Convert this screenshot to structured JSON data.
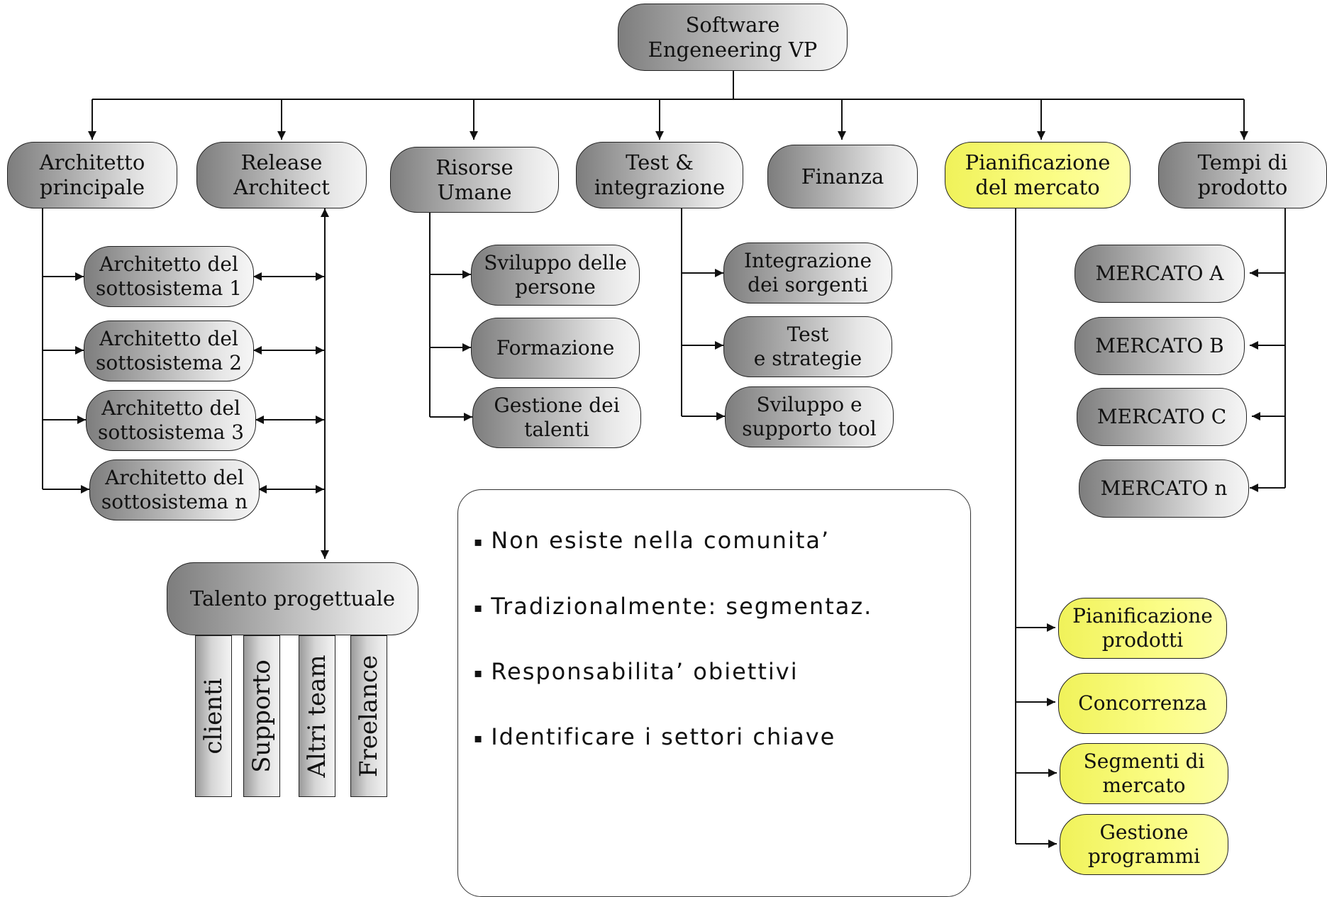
{
  "root": "Software\nEngeneering VP",
  "departments": {
    "architetto_principale": "Architetto\nprincipale",
    "release_architect": "Release\nArchitect",
    "risorse_umane": "Risorse\nUmane",
    "test_integrazione": "Test &\nintegrazione",
    "finanza": "Finanza",
    "pianificazione_mercato": "Pianificazione\ndel mercato",
    "tempi_prodotto": "Tempi di\nprodotto"
  },
  "subsystem_architects": [
    "Architetto del\nsottosistema 1",
    "Architetto del\nsottosistema 2",
    "Architetto del\nsottosistema 3",
    "Architetto del\nsottosistema n"
  ],
  "hr_items": [
    "Sviluppo delle\npersone",
    "Formazione",
    "Gestione dei\ntalenti"
  ],
  "test_items": [
    "Integrazione\ndei sorgenti",
    "Test\ne strategie",
    "Sviluppo e\nsupporto tool"
  ],
  "markets": [
    "MERCATO A",
    "MERCATO B",
    "MERCATO C",
    "MERCATO n"
  ],
  "market_planning_items": [
    "Pianificazione\nprodotti",
    "Concorrenza",
    "Segmenti di\nmercato",
    "Gestione\nprogrammi"
  ],
  "talent": "Talento progettuale",
  "pillars": [
    "clienti",
    "Supporto",
    "Altri team",
    "Freelance"
  ],
  "notes": [
    "Non esiste nella comunita’",
    "Tradizionalmente: segmentaz.",
    "Responsabilita’ obiettivi",
    "Identificare i settori chiave"
  ],
  "colors": {
    "highlight": "#fbfd86",
    "node_dark": "#7d7d7d",
    "node_light": "#f6f6f6",
    "line": "#111111"
  }
}
